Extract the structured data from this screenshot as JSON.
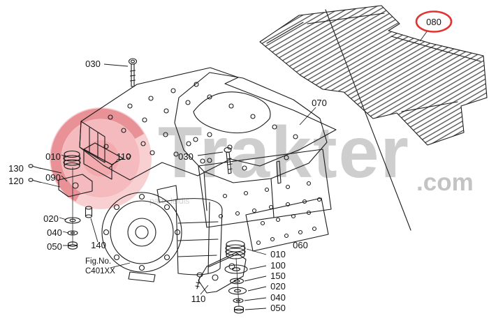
{
  "page": {
    "background": "#ffffff"
  },
  "watermark": {
    "brand": "Trakter",
    "tld": ".com",
    "tagline": "parts leidis",
    "brand_color": "#c9c9c9",
    "tld_color": "#bdbdbd",
    "tagline_color": "#cfcfcf",
    "accent_color": "#e8656a"
  },
  "annotation": {
    "highlight_color": "#e23333"
  },
  "figure": {
    "fig_label": "Fig.No.",
    "fig_number": "C401XX"
  },
  "callouts": [
    {
      "ref": "030",
      "placement": "top-bolt",
      "label": "030"
    },
    {
      "ref": "080",
      "placement": "tread-plate",
      "label": "080",
      "highlighted": true
    },
    {
      "ref": "070",
      "placement": "platform",
      "label": "070"
    },
    {
      "ref": "010",
      "placement": "left-damper",
      "label": "010"
    },
    {
      "ref": "110",
      "placement": "left-bracket",
      "label": "110"
    },
    {
      "ref": "030",
      "placement": "mid-bolt",
      "label": "030"
    },
    {
      "ref": "130",
      "placement": "left-stud",
      "label": "130"
    },
    {
      "ref": "120",
      "placement": "left-bolt",
      "label": "120"
    },
    {
      "ref": "090",
      "placement": "left-plate",
      "label": "090"
    },
    {
      "ref": "020",
      "placement": "left-washer",
      "label": "020"
    },
    {
      "ref": "040",
      "placement": "left-small-washer",
      "label": "040"
    },
    {
      "ref": "050",
      "placement": "left-nut",
      "label": "050"
    },
    {
      "ref": "140",
      "placement": "left-spacer",
      "label": "140"
    },
    {
      "ref": "060",
      "placement": "lower-plate",
      "label": "060"
    },
    {
      "ref": "010",
      "placement": "right-damper",
      "label": "010"
    },
    {
      "ref": "100",
      "placement": "right-washer-large",
      "label": "100"
    },
    {
      "ref": "150",
      "placement": "right-ring",
      "label": "150"
    },
    {
      "ref": "020",
      "placement": "right-washer",
      "label": "020"
    },
    {
      "ref": "040",
      "placement": "right-small-washer",
      "label": "040"
    },
    {
      "ref": "050",
      "placement": "right-nut",
      "label": "050"
    },
    {
      "ref": "110",
      "placement": "bottom-bracket",
      "label": "110"
    }
  ]
}
